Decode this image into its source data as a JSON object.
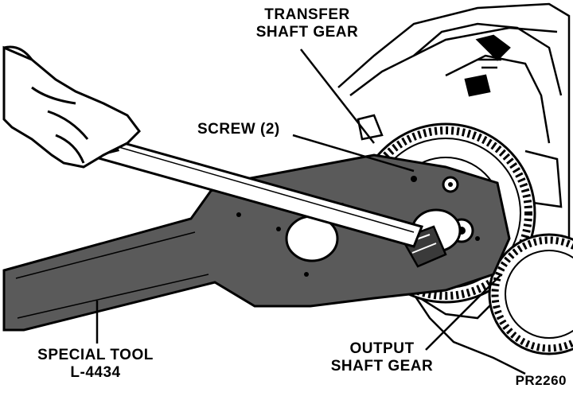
{
  "labels": {
    "transfer_gear": [
      "TRANSFER",
      "SHAFT GEAR"
    ],
    "screw": "SCREW (2)",
    "special_tool": [
      "SPECIAL TOOL",
      "L-4434"
    ],
    "output_gear": [
      "OUTPUT",
      "SHAFT GEAR"
    ],
    "figure_id": "PR2260"
  },
  "colors": {
    "ink": "#000000",
    "tool_fill": "#5a5a5a",
    "gear_fill": "#3a3a3a",
    "paper": "#ffffff"
  }
}
